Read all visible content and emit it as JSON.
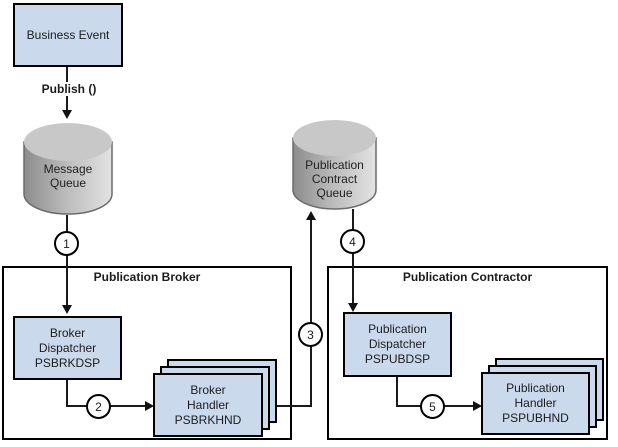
{
  "diagram": {
    "nodes": {
      "business_event": {
        "label": "Business Event"
      },
      "publish": {
        "label": "Publish ()"
      },
      "message_queue": {
        "line1": "Message",
        "line2": "Queue"
      },
      "contract_queue": {
        "line1": "Publication",
        "line2": "Contract",
        "line3": "Queue"
      },
      "broker_dispatcher": {
        "line1": "Broker",
        "line2": "Dispatcher",
        "line3": "PSBRKDSP"
      },
      "broker_handler": {
        "line1": "Broker",
        "line2": "Handler",
        "line3": "PSBRKHND"
      },
      "pub_dispatcher": {
        "line1": "Publication",
        "line2": "Dispatcher",
        "line3": "PSPUBDSP"
      },
      "pub_handler": {
        "line1": "Publication",
        "line2": "Handler",
        "line3": "PSPUBHND"
      }
    },
    "groups": {
      "broker": {
        "title": "Publication Broker"
      },
      "contractor": {
        "title": "Publication Contractor"
      }
    },
    "steps": {
      "s1": "1",
      "s2": "2",
      "s3": "3",
      "s4": "4",
      "s5": "5"
    },
    "colors": {
      "node_fill": "#cbd9ec",
      "node_border": "#000000",
      "line": "#1a1a1a",
      "cylinder_dark": "#8c8c8c",
      "cylinder_mid": "#bdbdbd",
      "cylinder_light": "#e3e3e3",
      "cylinder_top": "#c8c8c8",
      "cylinder_stroke": "#6b6b6b"
    }
  }
}
